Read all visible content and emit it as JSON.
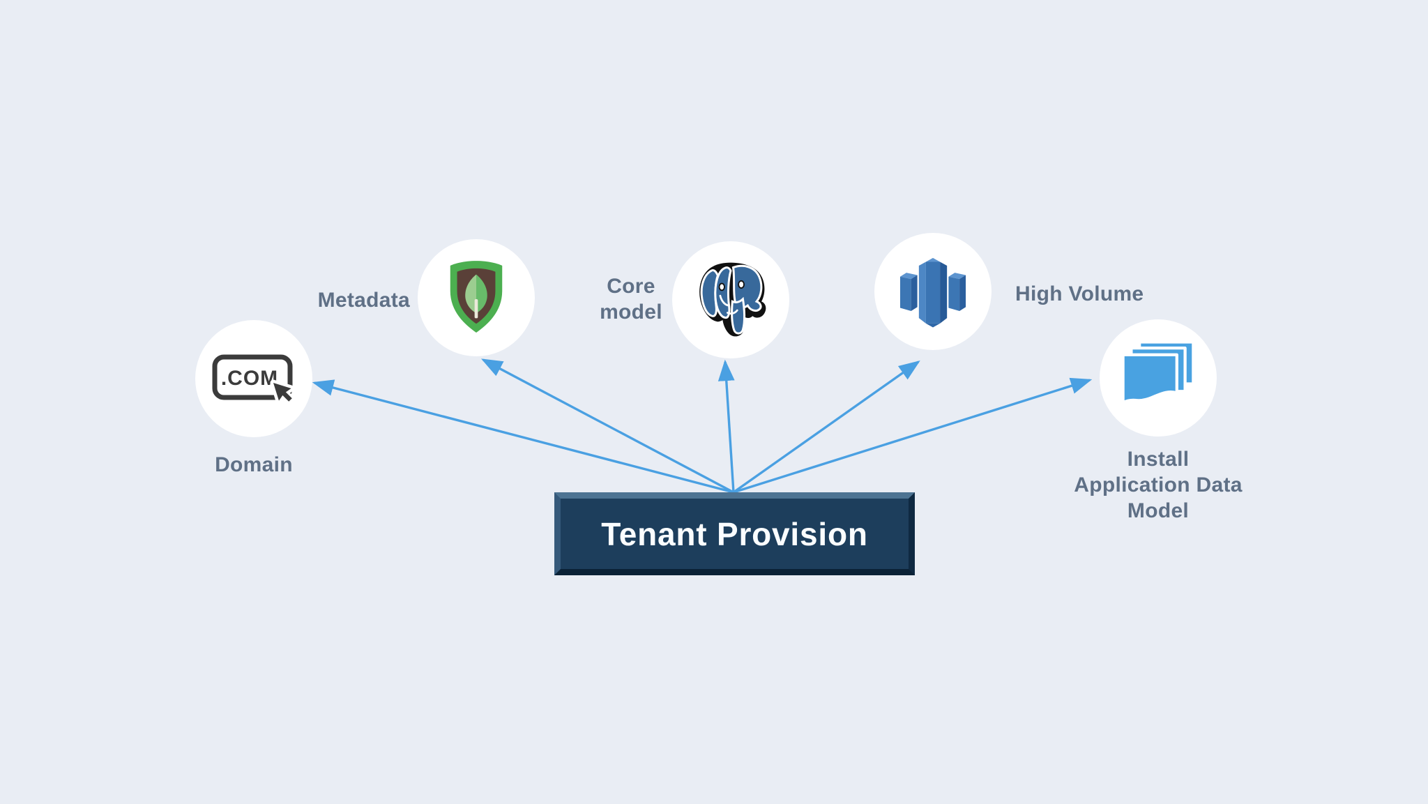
{
  "diagram": {
    "background": "#e9edf4",
    "arrow_color": "#4aa0e2",
    "label_color": "#5f7086",
    "center_box": {
      "label": "Tenant Provision",
      "fill": "#1d3e5c",
      "text_color": "#fafdff"
    },
    "nodes": [
      {
        "id": "domain",
        "icon": "dotcom-domain-icon",
        "icon_text": ".COM",
        "label": "Domain"
      },
      {
        "id": "metadata",
        "icon": "mongodb-shield-icon",
        "label": "Metadata"
      },
      {
        "id": "core-model",
        "icon": "postgresql-elephant-icon",
        "label": "Core\nmodel"
      },
      {
        "id": "high-volume",
        "icon": "aws-redshift-icon",
        "label": "High Volume"
      },
      {
        "id": "install-application-data-model",
        "icon": "stacked-documents-icon",
        "label": "Install\nApplication Data\nModel"
      }
    ],
    "edges": [
      {
        "from": "tenant-provision",
        "to": "domain"
      },
      {
        "from": "tenant-provision",
        "to": "metadata"
      },
      {
        "from": "tenant-provision",
        "to": "core-model"
      },
      {
        "from": "tenant-provision",
        "to": "high-volume"
      },
      {
        "from": "tenant-provision",
        "to": "install-application-data-model"
      }
    ],
    "icon_colors": {
      "dotcom_ink": "#3b3b3b",
      "mongodb_green": "#4caf50",
      "mongodb_brown": "#5a4038",
      "mongodb_leaf_light": "#9ccd90",
      "mongodb_leaf_dark": "#68bb6a",
      "postgres_blue": "#38699b",
      "redshift_light": "#5d94cf",
      "redshift_mid": "#3c76b4",
      "redshift_dark": "#2b5f9e",
      "documents_blue": "#49a2e1"
    }
  }
}
